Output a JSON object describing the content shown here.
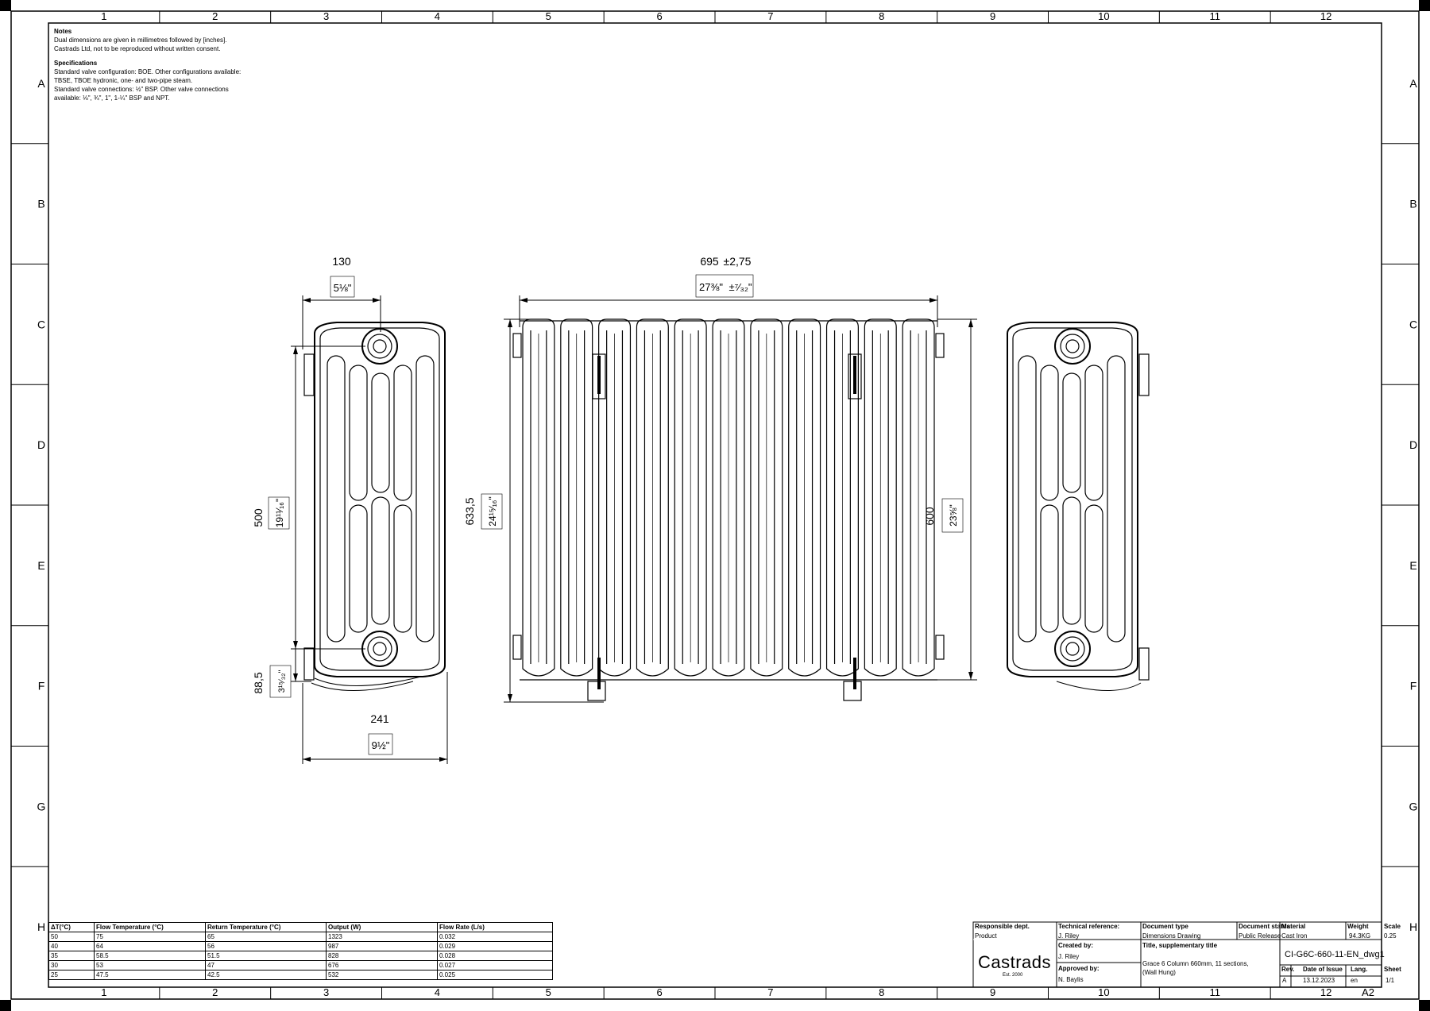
{
  "frame": {
    "columns": [
      "1",
      "2",
      "3",
      "4",
      "5",
      "6",
      "7",
      "8",
      "9",
      "10",
      "11",
      "12"
    ],
    "rows": [
      "A",
      "B",
      "C",
      "D",
      "E",
      "F",
      "G",
      "H"
    ],
    "sheet_size": "A2"
  },
  "notes": {
    "heading": "Notes",
    "lines": [
      "Dual dimensions are given in millimetres followed by [inches].",
      "Castrads Ltd, not to be reproduced without written consent."
    ],
    "spec_heading": "Specifications",
    "spec_lines": [
      "Standard valve configuration: BOE. Other configurations available:",
      "TBSE, TBOE hydronic, one- and two-pipe steam.",
      "Standard valve connections: ½\" BSP. Other valve connections",
      "available: ⅛\", ¾\", 1\", 1-¼\" BSP and NPT."
    ]
  },
  "dimensions": {
    "side_depth_mm": "130",
    "side_depth_in": "5⅛\"",
    "side_height_mm": "500",
    "side_height_in": "19¹¹⁄₁₆\"",
    "side_offset_mm": "88,5",
    "side_offset_in": "3¹⁵⁄₃₂\"",
    "side_width_mm": "241",
    "side_width_in": "9½\"",
    "front_width_mm": "695",
    "front_tol_mm": "±2,75",
    "front_width_in": "27⅜\"",
    "front_tol_in": "±⁷⁄₃₂\"",
    "front_height_mm": "633,5",
    "front_height_in": "24¹⁵⁄₁₆\"",
    "section_height_mm": "600",
    "section_height_in": "23⅝\""
  },
  "performance_table": {
    "headers": [
      "ΔT(°C)",
      "Flow Temperature (°C)",
      "Return Temperature (°C)",
      "Output (W)",
      "Flow Rate (L/s)"
    ],
    "rows": [
      [
        "50",
        "75",
        "65",
        "1323",
        "0.032"
      ],
      [
        "40",
        "64",
        "56",
        "987",
        "0.029"
      ],
      [
        "35",
        "58.5",
        "51.5",
        "828",
        "0.028"
      ],
      [
        "30",
        "53",
        "47",
        "676",
        "0.027"
      ],
      [
        "25",
        "47.5",
        "42.5",
        "532",
        "0.025"
      ]
    ]
  },
  "title_block": {
    "responsible_dept_label": "Responsible dept.",
    "responsible_dept": "Product",
    "tech_ref_label": "Technical reference:",
    "tech_ref": "J. Riley",
    "doc_type_label": "Document type",
    "doc_type": "Dimensions Drawing",
    "doc_status_label": "Document status",
    "doc_status": "Public Release",
    "material_label": "Material",
    "material": "Cast Iron",
    "weight_label": "Weight",
    "weight": "94.3KG",
    "scale_label": "Scale",
    "scale": "0.25",
    "created_by_label": "Created by:",
    "created_by": "J. Riley",
    "approved_by_label": "Approved by:",
    "approved_by": "N. Baylis",
    "title_label": "Title, supplementary title",
    "title_line1": "Grace 6 Column 660mm, 11 sections,",
    "title_line2": "(Wall Hung)",
    "doc_id": "CI-G6C-660-11-EN_dwg1",
    "rev_label": "Rev.",
    "rev": "A",
    "issue_label": "Date of Issue",
    "issue": "13.12.2023",
    "lang_label": "Lang.",
    "lang": "en",
    "sheet_label": "Sheet",
    "sheet": "1/1",
    "logo": "Castrads",
    "logo_sub": "Est. 2000"
  }
}
